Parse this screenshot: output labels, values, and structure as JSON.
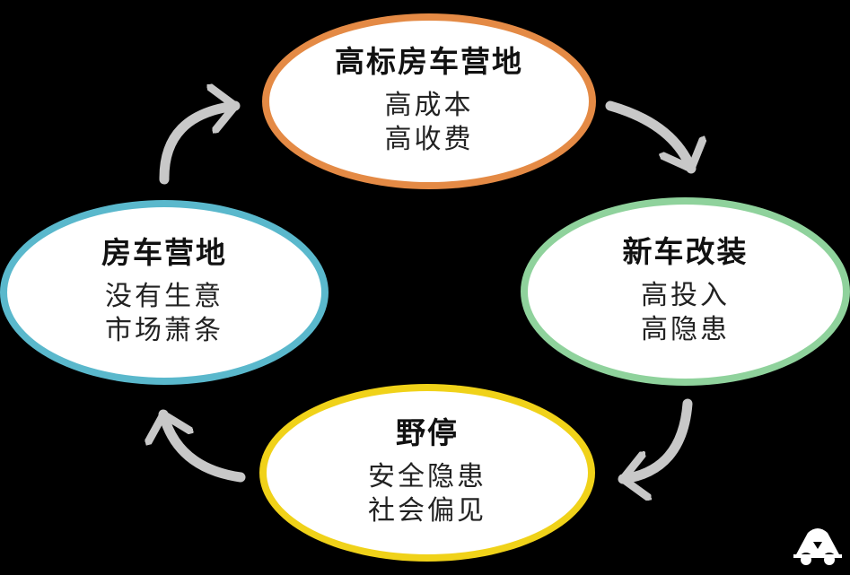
{
  "colors": {
    "background": "#000000",
    "arrow": "#c8c8c8",
    "top_border": "#e48a45",
    "right_border": "#8fd29c",
    "bottom_border": "#f0d219",
    "left_border": "#5ab8cc"
  },
  "nodes": {
    "top": {
      "title": "高标房车营地",
      "lines": [
        "高成本",
        "高收费"
      ]
    },
    "right": {
      "title": "新车改装",
      "lines": [
        "高投入",
        "高隐患"
      ]
    },
    "bottom": {
      "title": "野停",
      "lines": [
        "安全隐患",
        "社会偏见"
      ]
    },
    "left": {
      "title": "房车营地",
      "lines": [
        "没有生意",
        "市场萧条"
      ]
    }
  },
  "logo": {
    "icon": "car-logo-icon"
  }
}
